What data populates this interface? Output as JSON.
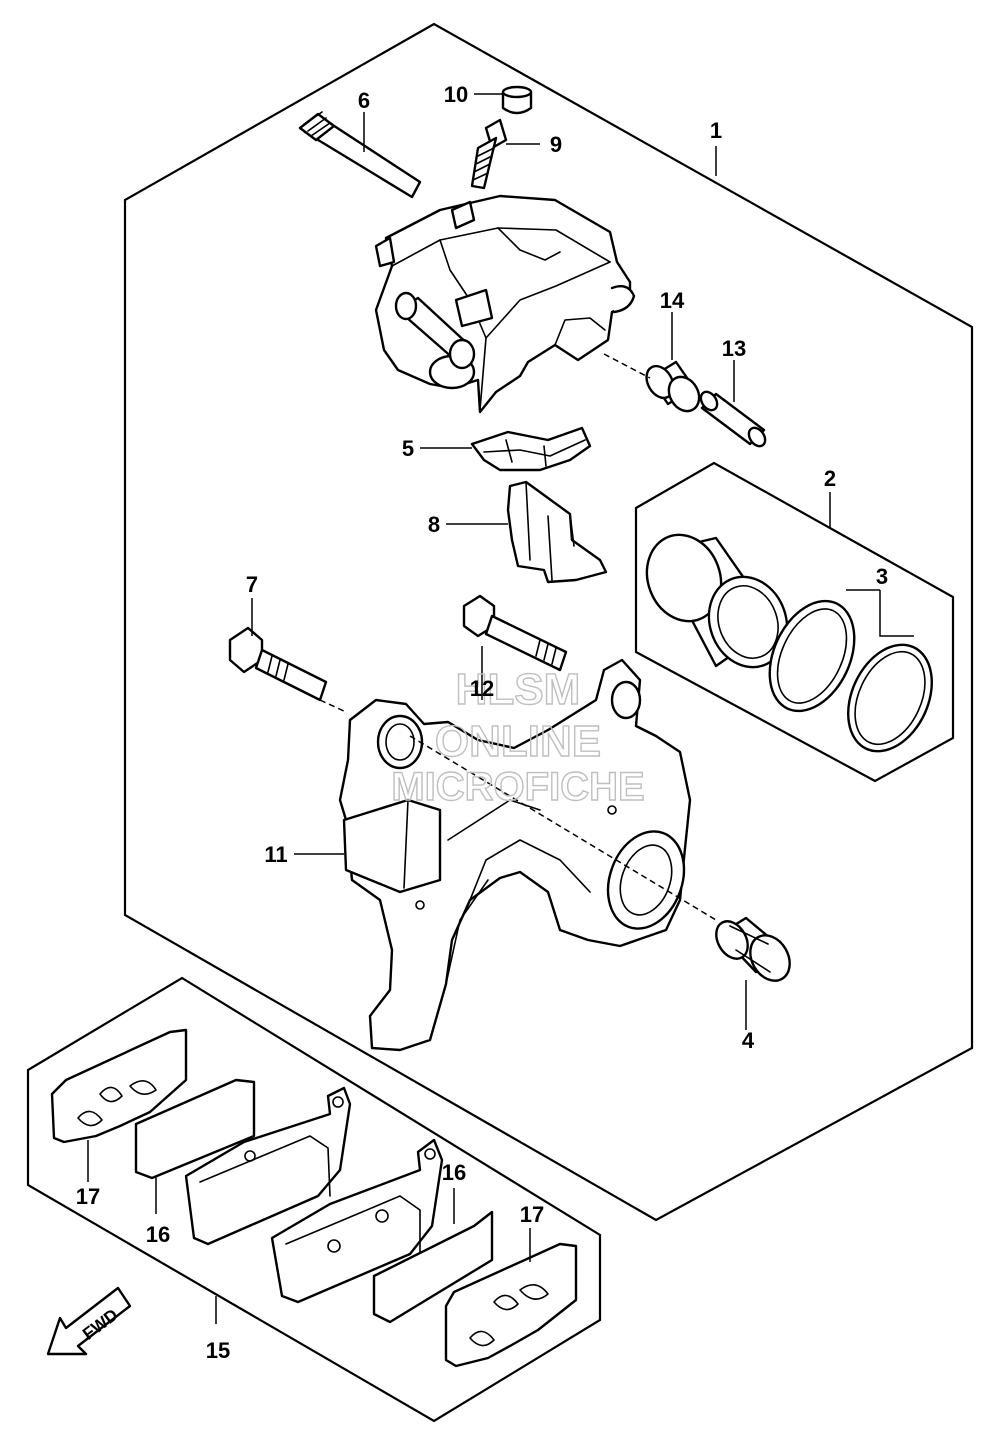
{
  "diagram": {
    "callouts": [
      {
        "id": "p1",
        "label": "1"
      },
      {
        "id": "p2",
        "label": "2"
      },
      {
        "id": "p3",
        "label": "3"
      },
      {
        "id": "p4",
        "label": "4"
      },
      {
        "id": "p5",
        "label": "5"
      },
      {
        "id": "p6",
        "label": "6"
      },
      {
        "id": "p7",
        "label": "7"
      },
      {
        "id": "p8",
        "label": "8"
      },
      {
        "id": "p9",
        "label": "9"
      },
      {
        "id": "p10",
        "label": "10"
      },
      {
        "id": "p11",
        "label": "11"
      },
      {
        "id": "p12",
        "label": "12"
      },
      {
        "id": "p13",
        "label": "13"
      },
      {
        "id": "p14",
        "label": "14"
      },
      {
        "id": "p15",
        "label": "15"
      },
      {
        "id": "p16a",
        "label": "16"
      },
      {
        "id": "p16b",
        "label": "16"
      },
      {
        "id": "p17a",
        "label": "17"
      },
      {
        "id": "p17b",
        "label": "17"
      }
    ],
    "direction_arrow": {
      "label": "FWD",
      "icon": "forward-arrow-icon"
    },
    "watermark": {
      "line1": "HLSM",
      "line2": "ONLINE",
      "line3": "MICROFICHE",
      "color": "#bfbfbf"
    }
  }
}
